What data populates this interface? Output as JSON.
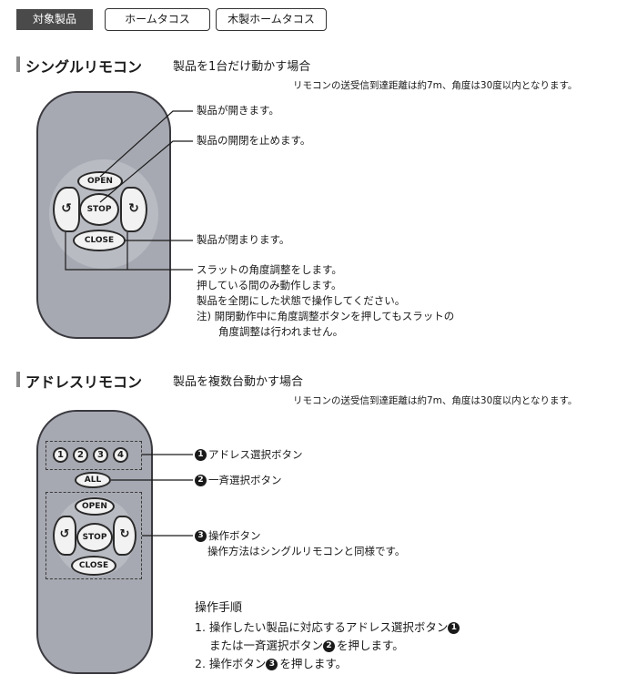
{
  "header": {
    "target_label": "対象製品",
    "products": [
      "ホームタコス",
      "木製ホームタコス"
    ]
  },
  "single": {
    "title": "シングルリモコン",
    "subtitle": "製品を1台だけ動かす場合",
    "note": "リモコンの送受信到達距離は約7m、角度は30度以内となります。",
    "buttons": {
      "open": "OPEN",
      "stop": "STOP",
      "close": "CLOSE"
    },
    "labels": {
      "open": "製品が開きます。",
      "stop": "製品の開閉を止めます。",
      "close": "製品が閉まります。",
      "slat": [
        "スラットの角度調整をします。",
        "押している間のみ動作します。",
        "製品を全閉にした状態で操作してください。",
        "注) 開閉動作中に角度調整ボタンを押してもスラットの",
        "角度調整は行われません。"
      ]
    }
  },
  "address": {
    "title": "アドレスリモコン",
    "subtitle": "製品を複数台動かす場合",
    "note": "リモコンの送受信到達距離は約7m、角度は30度以内となります。",
    "buttons": {
      "n1": "1",
      "n2": "2",
      "n3": "3",
      "n4": "4",
      "all": "ALL",
      "open": "OPEN",
      "stop": "STOP",
      "close": "CLOSE"
    },
    "labels": {
      "bullet1": "1",
      "bullet2": "2",
      "bullet3": "3",
      "address_select": "アドレス選択ボタン",
      "all_select": "一斉選択ボタン",
      "operation": "操作ボタン",
      "operation_desc": "操作方法はシングルリモコンと同様です。"
    },
    "steps": {
      "heading": "操作手順",
      "step1_a": "1. 操作したい製品に対応するアドレス選択ボタン",
      "step1_b": "または一斉選択ボタン",
      "step1_c": "を押します。",
      "step2_a": "2. 操作ボタン",
      "step2_b": "を押します。"
    }
  }
}
